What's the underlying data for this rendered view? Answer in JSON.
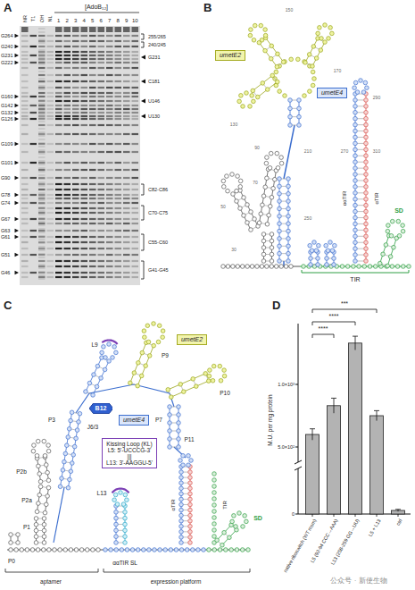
{
  "diagram": {
    "nodes": [
      {
        "text": [
          "umetE2"
        ]
      },
      {
        "text": [
          "umetE4"
        ]
      },
      {
        "text": [
          "umetE2"
        ]
      },
      {
        "text": [
          "B12"
        ]
      },
      {
        "text": [
          "umetE4"
        ]
      },
      {
        "text": [
          "Kissing Loop (KL)",
          "L5: 5'-UCCCG-3'",
          "|||",
          "L13: 3'-AAGGU-5'"
        ]
      }
    ],
    "labels": [
      "A",
      "NR",
      "T1",
      "OH",
      "NL",
      "1",
      "2",
      "3",
      "4",
      "5",
      "6",
      "7",
      "8",
      "9",
      "10",
      "[AdoB₁₂]",
      "G264",
      "G240",
      "G231",
      "G222",
      "G160",
      "G142",
      "G132",
      "G126",
      "G109",
      "G101",
      "G90",
      "G78",
      "G74",
      "G67",
      "G63",
      "G61",
      "G51",
      "G46",
      "255/265",
      "240/245",
      "G231",
      "C181",
      "U146",
      "U130",
      "C82-C86",
      "C70-C75",
      "C55-C60",
      "G41-G45",
      "B",
      "150",
      "130",
      "170",
      "90",
      "70",
      "50",
      "30",
      "210",
      "250",
      "270",
      "290",
      "310",
      "ααTIR",
      "αTIR",
      "SD",
      "TIR",
      "C",
      "P9",
      "P10",
      "P11",
      "P7",
      "L9",
      "J6/3",
      "P3",
      "L13",
      "P2b",
      "P2a",
      "P1",
      "P0",
      "ααTIR SL",
      "αTIR",
      "TIR",
      "SD",
      "aptamer",
      "expression platform",
      "D",
      "M.U. per mg protein",
      "1.0×10³",
      "5.0×10²",
      "0",
      "****",
      "****",
      "***",
      "native riboswitch (WT msm)",
      "L5 (92-94 CCC→AAA)",
      "L13 (258-259 GG→UU)",
      "L5 + L13",
      "ctrl",
      "公众号 · 新使生物"
    ]
  }
}
